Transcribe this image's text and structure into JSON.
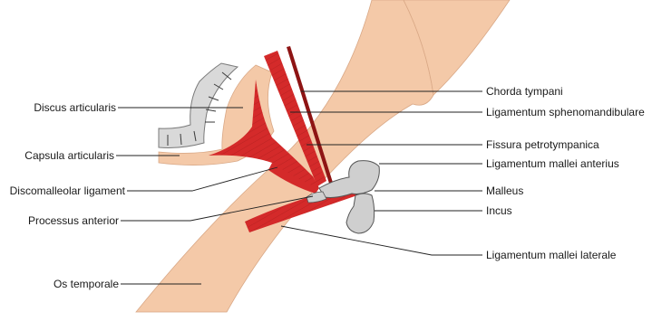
{
  "labels": {
    "discus_articularis": "Discus articularis",
    "capsula_articularis": "Capsula articularis",
    "discomalleolar_ligament": "Discomalleolar ligament",
    "processus_anterior": "Processus anterior",
    "os_temporale": "Os temporale",
    "chorda_tympani": "Chorda tympani",
    "ligamentum_sphenomandibulare": "Ligamentum sphenomandibulare",
    "fissura_petrotympanica": "Fissura petrotympanica",
    "ligamentum_mallei_anterius": "Ligamentum mallei anterius",
    "malleus": "Malleus",
    "incus": "Incus",
    "ligamentum_mallei_laterale": "Ligamentum mallei laterale"
  },
  "colors": {
    "bone": "#f4c9a8",
    "bone_edge": "#d9a886",
    "ligament": "#d42a2a",
    "ligament_dark": "#8e1414",
    "cartilage": "#d9d9d9",
    "ossicle": "#cfcfcf",
    "leader": "#222222"
  }
}
